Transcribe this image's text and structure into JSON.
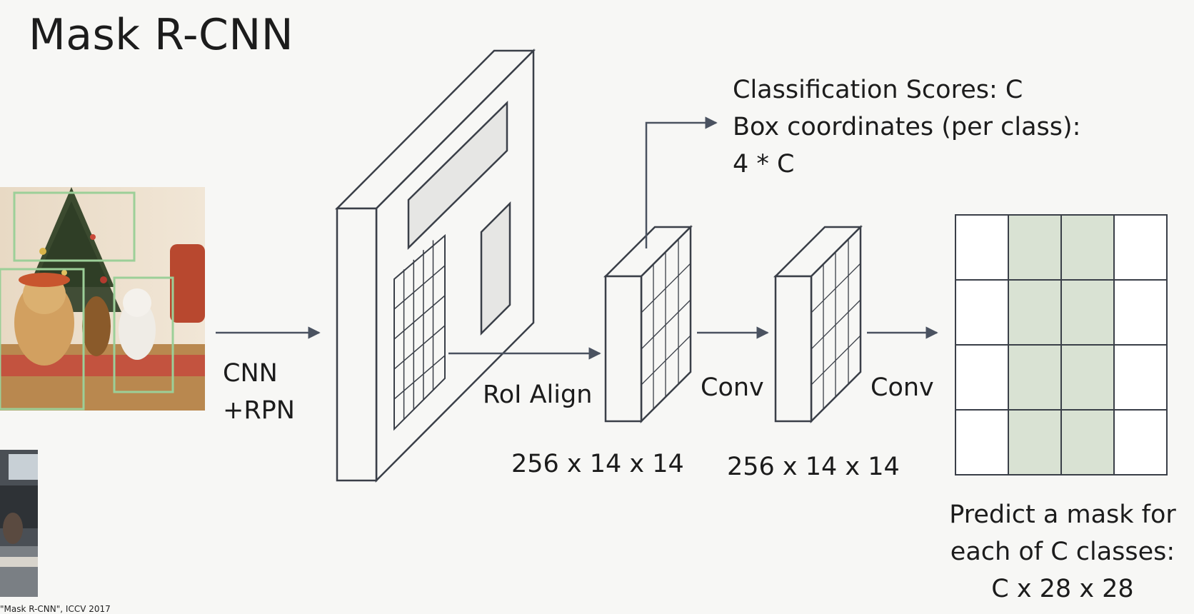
{
  "slide": {
    "title": "Mask R-CNN"
  },
  "labels": {
    "cnn_rpn": [
      "CNN",
      "+RPN"
    ],
    "roi_align": "RoI Align",
    "conv_1": "Conv",
    "conv_2": "Conv",
    "dims_1": "256 x 14 x 14",
    "dims_2": "256 x 14 x 14"
  },
  "classification_head": [
    "Classification Scores: C",
    "Box coordinates (per class):",
    "4 * C"
  ],
  "mask_caption": [
    "Predict a mask for",
    "each of C classes:",
    "C x 28 x 28"
  ],
  "mask_grid": {
    "rows": 4,
    "cols": 4,
    "highlighted_cols": [
      1,
      2
    ]
  },
  "footer": {
    "citation": "\"Mask R-CNN\", ICCV 2017"
  },
  "colors": {
    "background": "#f7f7f5",
    "line": "#3a3f48",
    "arrow": "#4a5260",
    "highlight": "#d9e2d3",
    "feature_region": "#e6e6e4",
    "bbox": "#9ccf98"
  }
}
